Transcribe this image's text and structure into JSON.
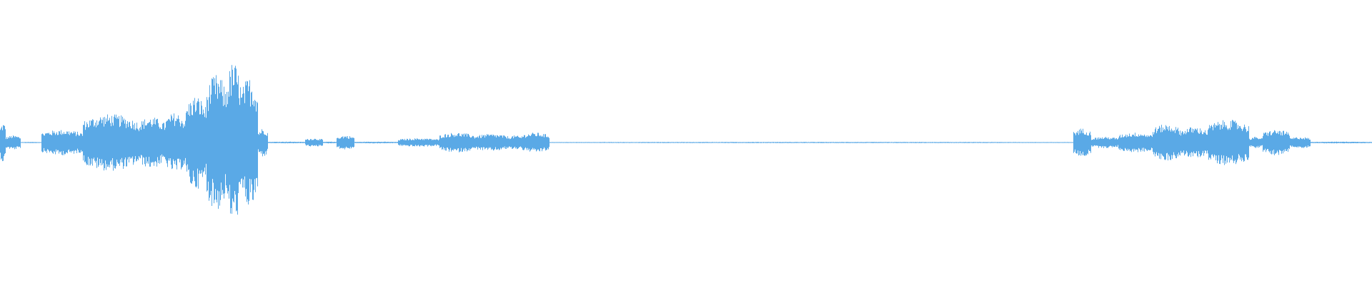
{
  "waveform": {
    "color": "#5aa9e6",
    "background": "#ffffff",
    "duration_fraction_segments": [
      {
        "start": 0.0,
        "end": 0.004,
        "amp": 0.14
      },
      {
        "start": 0.004,
        "end": 0.015,
        "amp": 0.05
      },
      {
        "start": 0.015,
        "end": 0.03,
        "amp": 0.004
      },
      {
        "start": 0.03,
        "end": 0.06,
        "amp": 0.09
      },
      {
        "start": 0.06,
        "end": 0.1,
        "amp": 0.2
      },
      {
        "start": 0.1,
        "end": 0.12,
        "amp": 0.18
      },
      {
        "start": 0.12,
        "end": 0.135,
        "amp": 0.21
      },
      {
        "start": 0.135,
        "end": 0.15,
        "amp": 0.33
      },
      {
        "start": 0.15,
        "end": 0.165,
        "amp": 0.48
      },
      {
        "start": 0.165,
        "end": 0.175,
        "amp": 0.57
      },
      {
        "start": 0.175,
        "end": 0.188,
        "amp": 0.46
      },
      {
        "start": 0.188,
        "end": 0.195,
        "amp": 0.1
      },
      {
        "start": 0.195,
        "end": 0.222,
        "amp": 0.006
      },
      {
        "start": 0.222,
        "end": 0.235,
        "amp": 0.03
      },
      {
        "start": 0.235,
        "end": 0.245,
        "amp": 0.006
      },
      {
        "start": 0.245,
        "end": 0.258,
        "amp": 0.05
      },
      {
        "start": 0.258,
        "end": 0.29,
        "amp": 0.006
      },
      {
        "start": 0.29,
        "end": 0.32,
        "amp": 0.03
      },
      {
        "start": 0.32,
        "end": 0.345,
        "amp": 0.07
      },
      {
        "start": 0.345,
        "end": 0.37,
        "amp": 0.06
      },
      {
        "start": 0.37,
        "end": 0.38,
        "amp": 0.05
      },
      {
        "start": 0.38,
        "end": 0.4,
        "amp": 0.07
      },
      {
        "start": 0.4,
        "end": 0.782,
        "amp": 0.004
      },
      {
        "start": 0.782,
        "end": 0.795,
        "amp": 0.1
      },
      {
        "start": 0.795,
        "end": 0.815,
        "amp": 0.04
      },
      {
        "start": 0.815,
        "end": 0.84,
        "amp": 0.07
      },
      {
        "start": 0.84,
        "end": 0.86,
        "amp": 0.13
      },
      {
        "start": 0.86,
        "end": 0.88,
        "amp": 0.11
      },
      {
        "start": 0.88,
        "end": 0.91,
        "amp": 0.16
      },
      {
        "start": 0.91,
        "end": 0.92,
        "amp": 0.04
      },
      {
        "start": 0.92,
        "end": 0.94,
        "amp": 0.09
      },
      {
        "start": 0.94,
        "end": 0.955,
        "amp": 0.04
      },
      {
        "start": 0.955,
        "end": 1.0,
        "amp": 0.006
      }
    ]
  }
}
